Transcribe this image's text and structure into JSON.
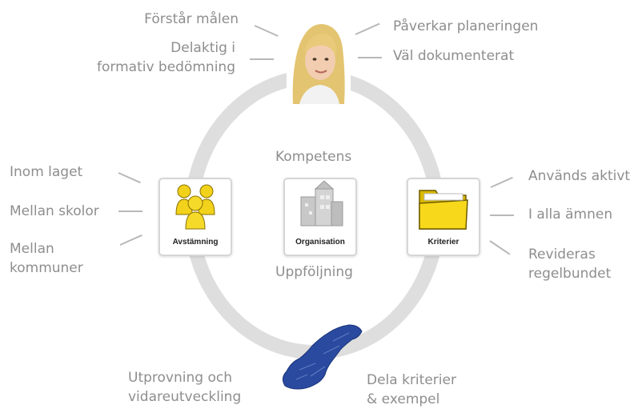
{
  "top_left": {
    "item1": "Förstår målen",
    "item2": "Delaktig i\nformativ bedömning"
  },
  "top_right": {
    "item1": "Påverkar planeringen",
    "item2": "Väl dokumenterat"
  },
  "left": {
    "item1": "Inom laget",
    "item2": "Mellan skolor",
    "item3": "Mellan\nkommuner"
  },
  "right": {
    "item1": "Används aktivt",
    "item2": "I alla ämnen",
    "item3": "Revideras\nregelbundet"
  },
  "center": {
    "top": "Kompetens",
    "bottom": "Uppföljning"
  },
  "cards": {
    "left": "Avstämning",
    "middle": "Organisation",
    "right": "Kriterier"
  },
  "bottom": {
    "left": "Utprovning och\nvidareutveckling",
    "right": "Dela kriterier\n& exempel"
  },
  "colors": {
    "ring": "#dedede",
    "text": "#8e8e8e",
    "people": "#f2d21b",
    "folder": "#f7d81a",
    "map": "#2a4aa0"
  },
  "icons": {
    "people": "people-icon",
    "organisation": "buildings-icon",
    "folder": "folder-icon",
    "map": "sweden-map-icon",
    "student": "student-portrait"
  }
}
